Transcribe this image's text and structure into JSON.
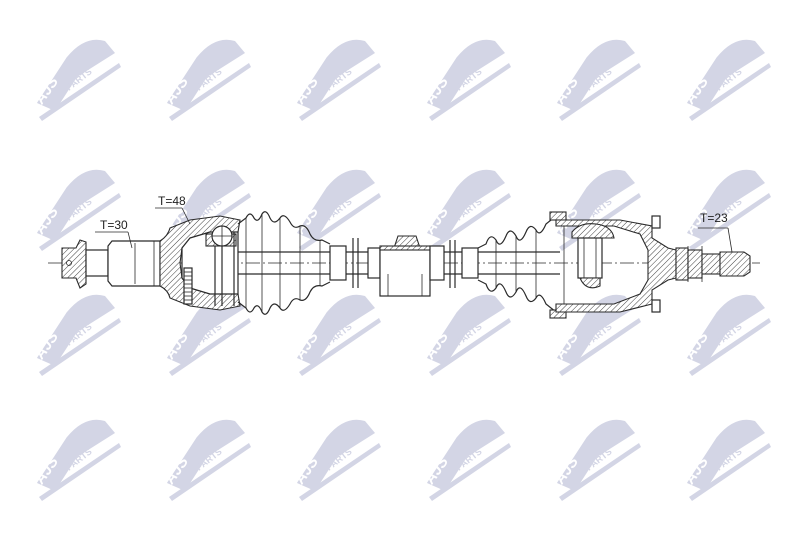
{
  "watermark": {
    "brand": "AJS",
    "suffix": "PARTS",
    "color": "#d3d5e5",
    "columns_x": [
      75,
      205,
      335,
      465,
      595,
      725
    ],
    "rows_y": [
      75,
      205,
      330,
      455
    ]
  },
  "drawing": {
    "subject": "CV drive shaft technical drawing",
    "line_color": "#2a2a2a",
    "labels": {
      "left_stub_teeth": "T=30",
      "abs_ring_teeth": "T=48",
      "right_stub_teeth": "T=23"
    }
  }
}
